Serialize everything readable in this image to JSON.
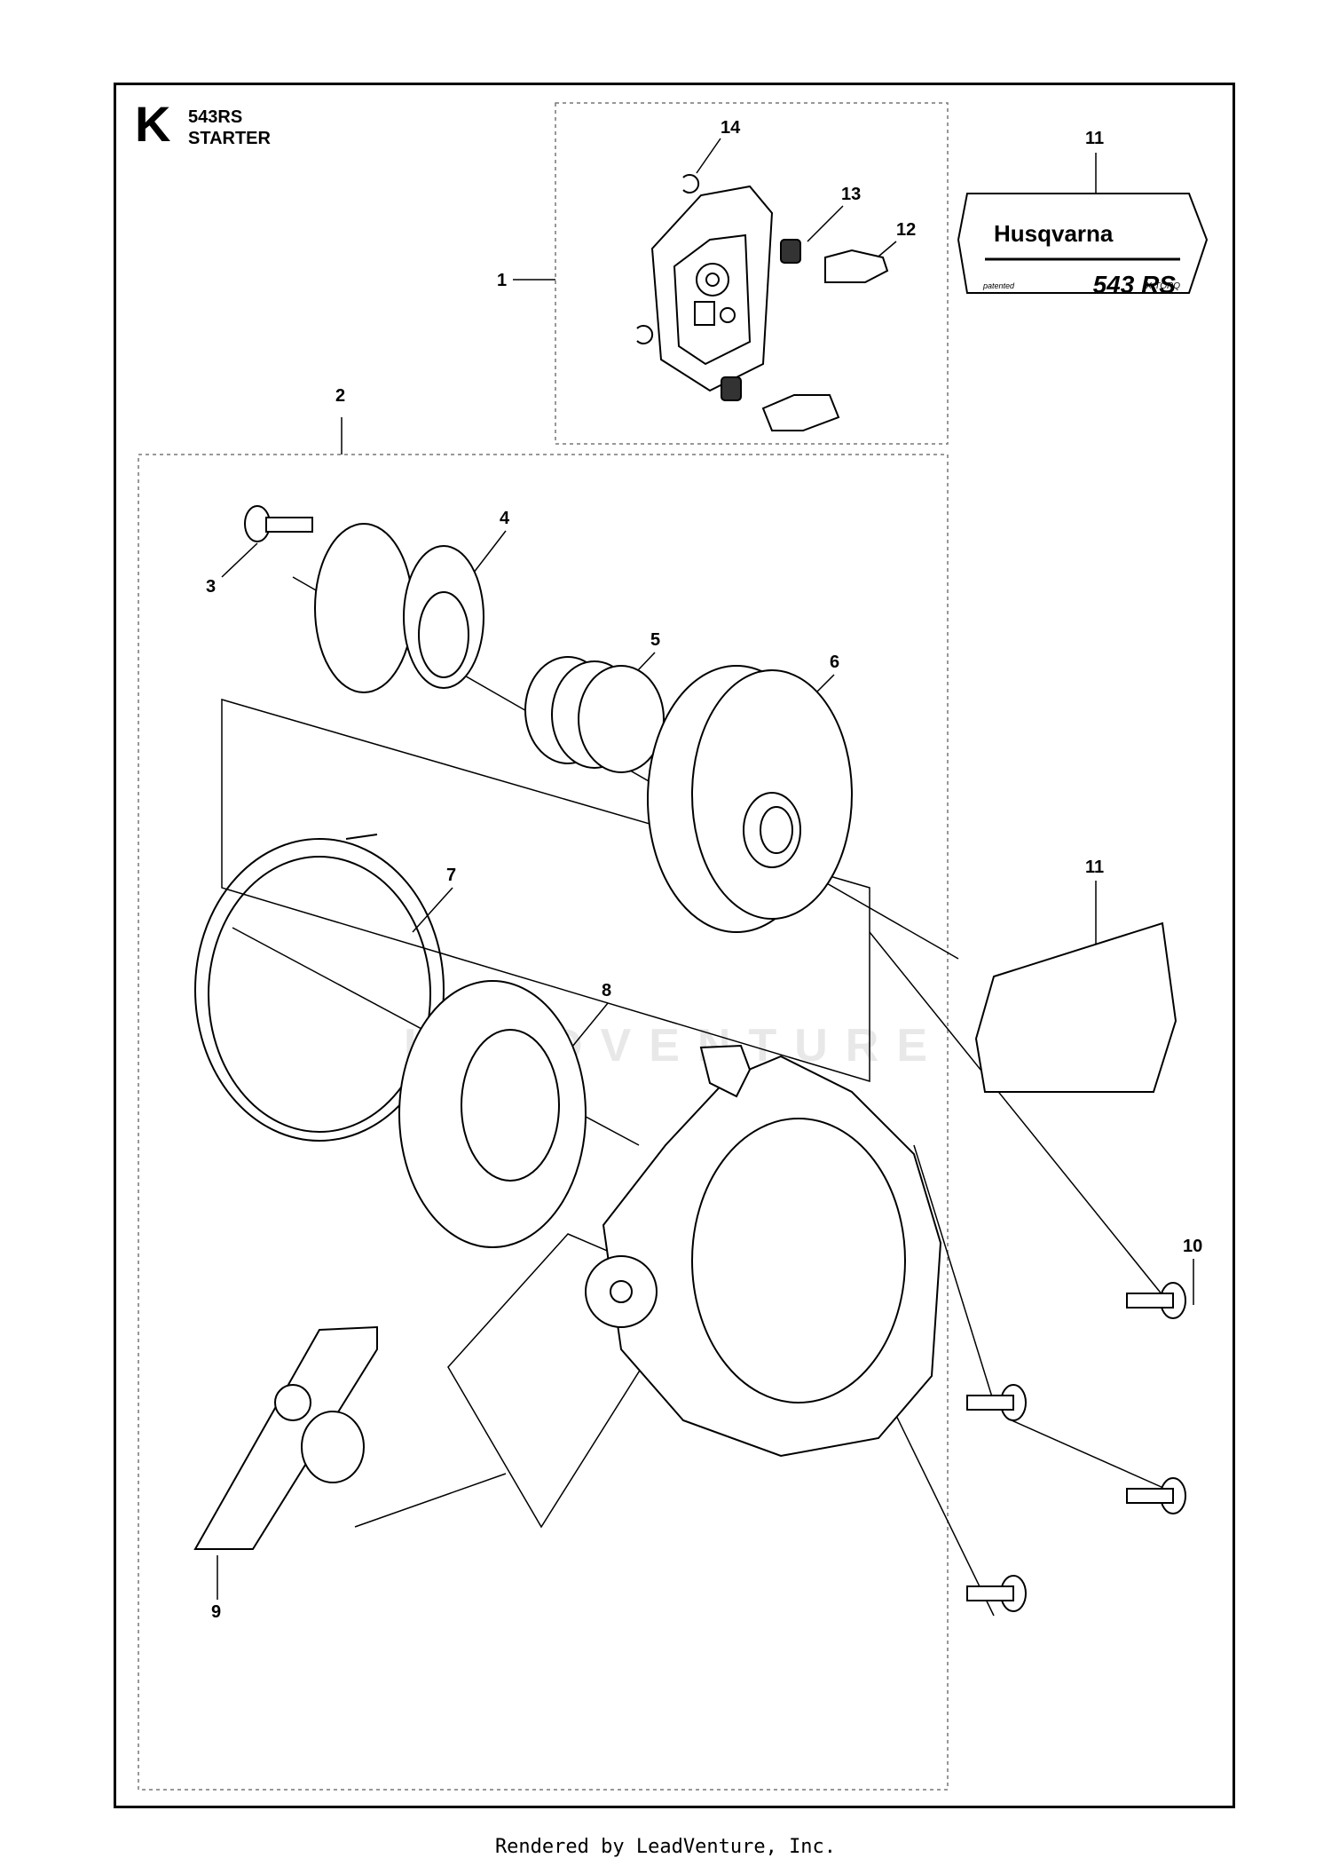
{
  "header": {
    "section_letter": "K",
    "model": "543RS",
    "title": "STARTER"
  },
  "callouts": [
    {
      "id": "c1",
      "label": "1"
    },
    {
      "id": "c2",
      "label": "2"
    },
    {
      "id": "c3",
      "label": "3"
    },
    {
      "id": "c4",
      "label": "4"
    },
    {
      "id": "c5",
      "label": "5"
    },
    {
      "id": "c6",
      "label": "6"
    },
    {
      "id": "c7",
      "label": "7"
    },
    {
      "id": "c8",
      "label": "8"
    },
    {
      "id": "c9",
      "label": "9"
    },
    {
      "id": "c10",
      "label": "10"
    },
    {
      "id": "c11a",
      "label": "11"
    },
    {
      "id": "c11b",
      "label": "11"
    },
    {
      "id": "c12",
      "label": "12"
    },
    {
      "id": "c13",
      "label": "13"
    },
    {
      "id": "c14",
      "label": "14"
    }
  ],
  "decal": {
    "brand": "Husqvarna",
    "model": "543 RS",
    "left_note": "patented",
    "right_note": "X-TORQ"
  },
  "watermark": "LEADVENTURE",
  "footer": "Rendered by LeadVenture, Inc."
}
